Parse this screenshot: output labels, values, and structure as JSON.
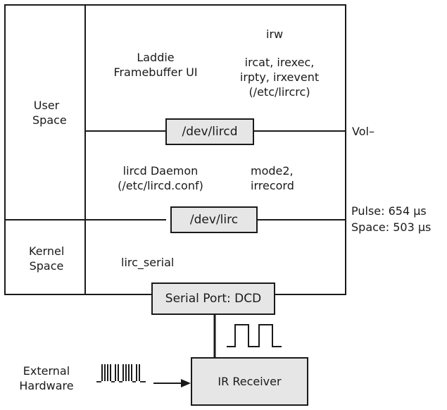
{
  "left_column": {
    "user_space": [
      "User",
      "Space"
    ],
    "kernel_space": [
      "Kernel",
      "Space"
    ]
  },
  "user_space_area": {
    "irw": "irw",
    "laddie": [
      "Laddie",
      "Framebuffer UI"
    ],
    "ir_tools": [
      "ircat, irexec,",
      "irpty, irxevent",
      "(/etc/lircrc)"
    ],
    "lircd_device": "/dev/lircd",
    "lircd_daemon": [
      "lircd Daemon",
      "(/etc/lircd.conf)"
    ],
    "mode2": [
      "mode2,",
      "irrecord"
    ],
    "lirc_device": "/dev/lirc"
  },
  "kernel_area": {
    "lirc_serial": "lirc_serial",
    "serial_port": "Serial Port: DCD"
  },
  "side_labels": {
    "vol": "Vol–",
    "pulse": "Pulse: 654 µs",
    "space": "Space: 503 µs"
  },
  "hardware": {
    "external": [
      "External",
      "Hardware"
    ],
    "ir_receiver": "IR Receiver"
  }
}
